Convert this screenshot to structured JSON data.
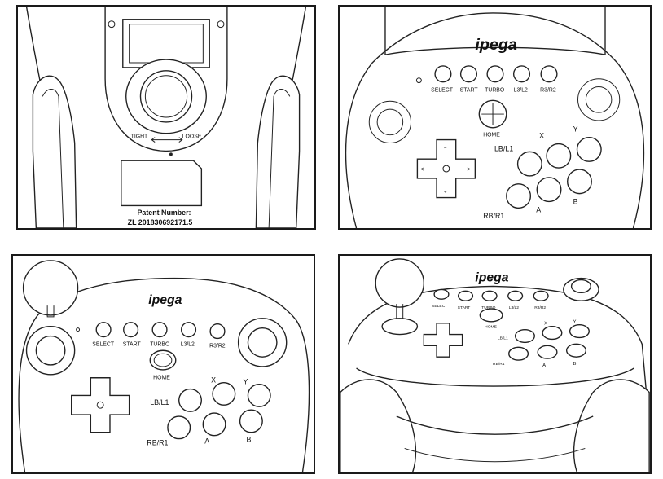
{
  "brand": {
    "logo": "ipega"
  },
  "panel1": {
    "knob_left": "TIGHT",
    "knob_right": "LOOSE",
    "patent_title": "Patent Number:",
    "patent_number": "ZL 201830692171.5"
  },
  "buttons": {
    "select": "SELECT",
    "start": "START",
    "turbo": "TURBO",
    "l3l2": "L3/L2",
    "r3r2": "R3/R2",
    "home": "HOME",
    "lb_l1": "LB/L1",
    "rb_r1": "RB/R1",
    "x": "X",
    "y": "Y",
    "a": "A",
    "b": "B"
  },
  "colors": {
    "line": "#222222",
    "background": "#ffffff"
  }
}
